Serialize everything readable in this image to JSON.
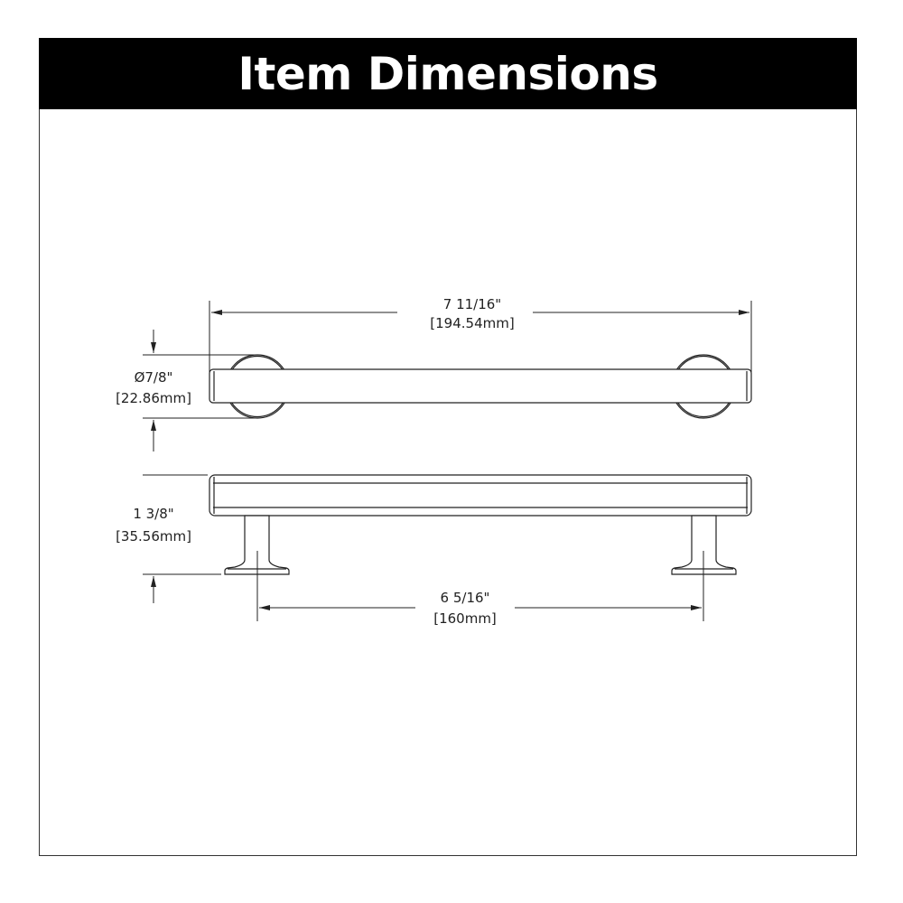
{
  "header": {
    "title": "Item Dimensions",
    "background": "#000000",
    "text_color": "#ffffff"
  },
  "dimensions": {
    "overall_length": {
      "imperial": "7 11/16\"",
      "metric": "[194.54mm]"
    },
    "base_diameter": {
      "imperial": "Ø7/8\"",
      "metric": "[22.86mm]"
    },
    "projection": {
      "imperial": "1 3/8\"",
      "metric": "[35.56mm]"
    },
    "center_to_center": {
      "imperial": "6 5/16\"",
      "metric": "[160mm]"
    }
  },
  "views": {
    "top": "top-view",
    "front": "front-view"
  },
  "colors": {
    "line": "#222222",
    "frame": "#333333"
  }
}
